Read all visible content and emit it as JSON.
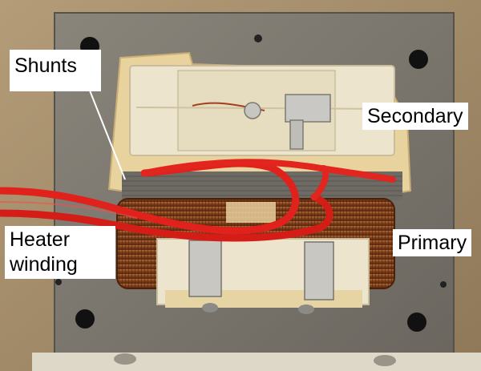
{
  "labels": {
    "shunts": "Shunts",
    "secondary": "Secondary",
    "primary": "Primary",
    "heater_winding": "Heater winding"
  },
  "colors": {
    "background": "#a08a6a",
    "core_metal": "#7b766d",
    "tape": "#e7cf9c",
    "copper": "#8a4a22",
    "wire_red": "#e1211c",
    "insulator": "#e9e0c8"
  }
}
